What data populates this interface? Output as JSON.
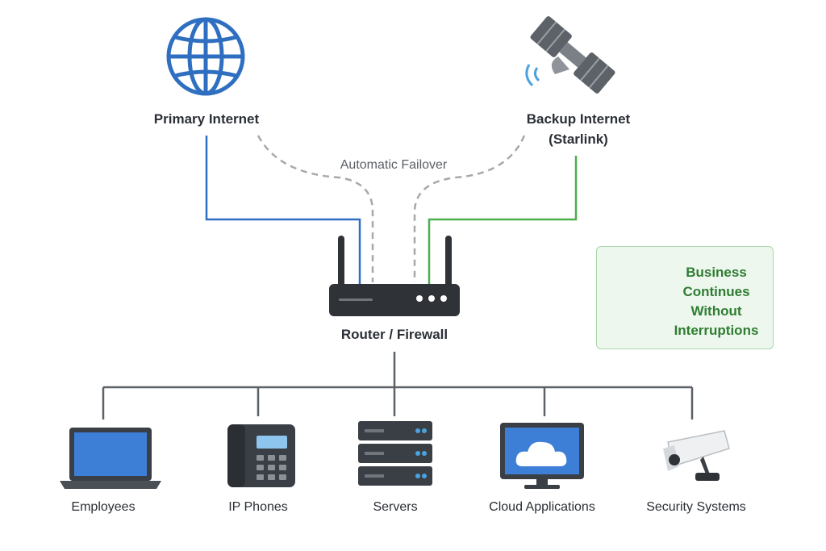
{
  "top": {
    "primary_label": "Primary Internet",
    "backup_label_line1": "Backup Internet",
    "backup_label_line2": "(Starlink)",
    "failover_label": "Automatic Failover"
  },
  "router": {
    "label": "Router / Firewall"
  },
  "callout": {
    "lines": [
      "Business",
      "Continues",
      "Without",
      "Interruptions"
    ]
  },
  "devices": [
    {
      "label": "Employees",
      "icon": "laptop-icon"
    },
    {
      "label": "IP Phones",
      "icon": "desk-phone-icon"
    },
    {
      "label": "Servers",
      "icon": "server-rack-icon"
    },
    {
      "label": "Cloud Applications",
      "icon": "cloud-monitor-icon"
    },
    {
      "label": "Security Systems",
      "icon": "security-camera-icon"
    }
  ],
  "colors": {
    "primary_link": "#2f6fc1",
    "backup_link": "#4caf50",
    "failover_dashed": "#a8a8a8",
    "tree_lines": "#5c6167",
    "device_dark": "#3a3f45",
    "screen_blue": "#3d7fd6",
    "callout_green": "#2e7d32"
  }
}
